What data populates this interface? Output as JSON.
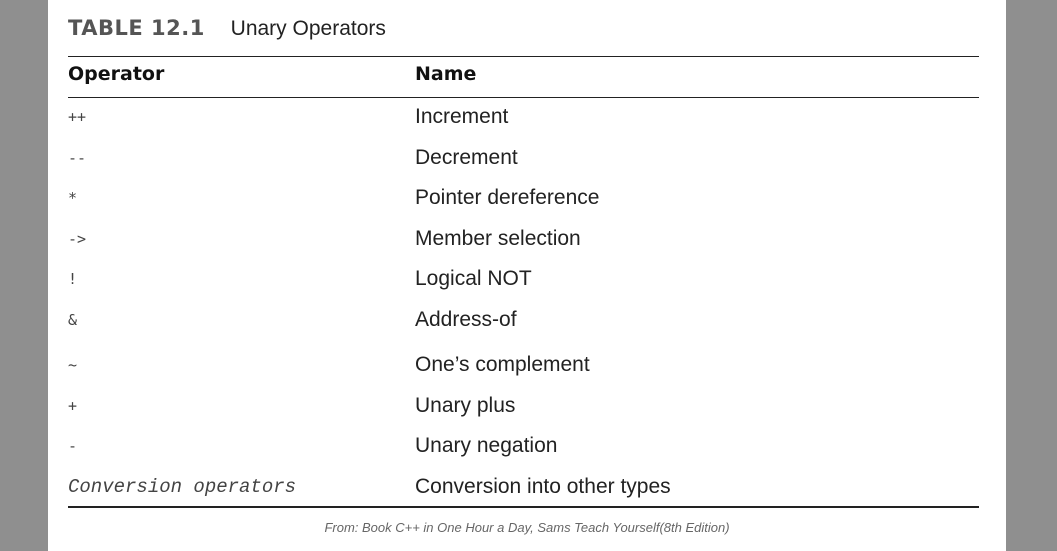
{
  "table": {
    "label": "TABLE 12.1",
    "title": "Unary Operators",
    "headers": {
      "operator": "Operator",
      "name": "Name"
    },
    "rows": [
      {
        "operator": "++",
        "name": "Increment"
      },
      {
        "operator": "--",
        "name": "Decrement"
      },
      {
        "operator": "*",
        "name": "Pointer dereference"
      },
      {
        "operator": "->",
        "name": "Member selection"
      },
      {
        "operator": "!",
        "name": "Logical NOT"
      },
      {
        "operator": "&",
        "name": "Address-of"
      },
      {
        "operator": "~",
        "name": "One’s complement"
      },
      {
        "operator": "+",
        "name": "Unary plus"
      },
      {
        "operator": "-",
        "name": "Unary negation"
      },
      {
        "operator": "Conversion operators",
        "name": "Conversion into other types"
      }
    ]
  },
  "source": "From: Book C++ in One Hour a Day, Sams Teach Yourself(8th Edition)"
}
